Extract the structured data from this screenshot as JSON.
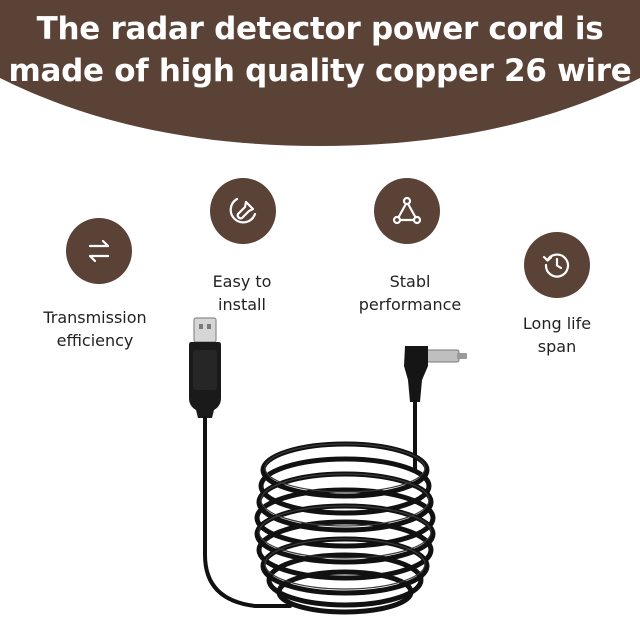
{
  "headline": {
    "line1": "The radar detector power cord is",
    "line2": "made of high quality copper 26 wire"
  },
  "features": {
    "transmission": {
      "icon": "swap-arrows-icon",
      "line1": "Transmission",
      "line2": "efficiency"
    },
    "install": {
      "icon": "wrench-icon",
      "line1": "Easy to",
      "line2": "install"
    },
    "stable": {
      "icon": "triangle-nodes-icon",
      "line1": "Stabl",
      "line2": "performance"
    },
    "life": {
      "icon": "clock-history-icon",
      "line1": "Long life",
      "line2": "span"
    }
  },
  "colors": {
    "brand_brown": "#5b4236",
    "icon_glyph": "#ffffff",
    "text": "#222222",
    "cable": "#111111"
  }
}
